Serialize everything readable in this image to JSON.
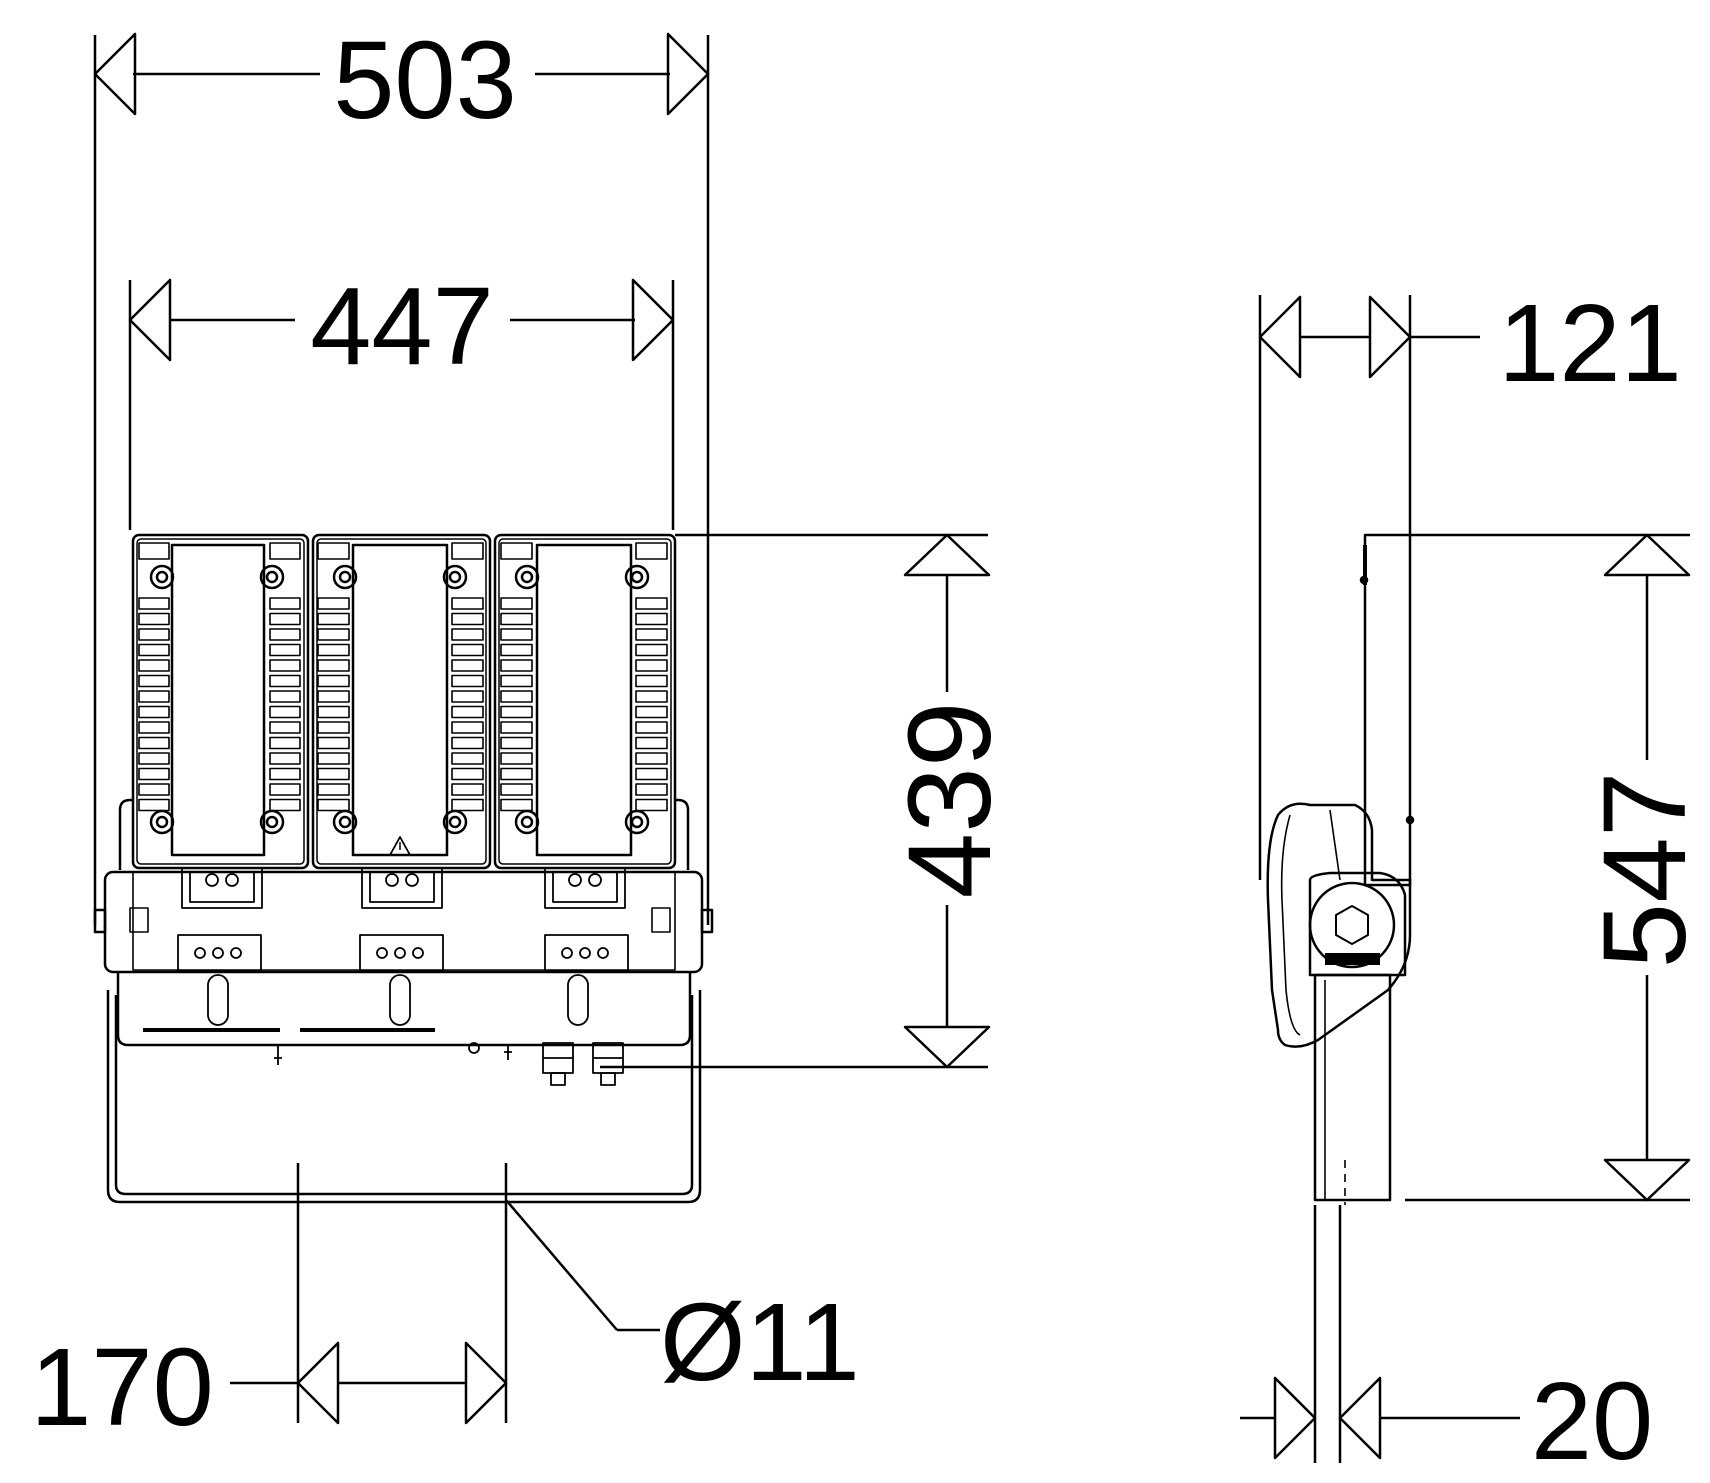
{
  "dimensions": {
    "front_total_width": "503",
    "front_body_width": "447",
    "front_height": "439",
    "hole_spacing": "170",
    "hole_diameter": "Ø11",
    "side_depth": "121",
    "side_total_height": "547",
    "bracket_thickness": "20"
  },
  "colors": {
    "line": "#000000",
    "background": "#ffffff"
  }
}
